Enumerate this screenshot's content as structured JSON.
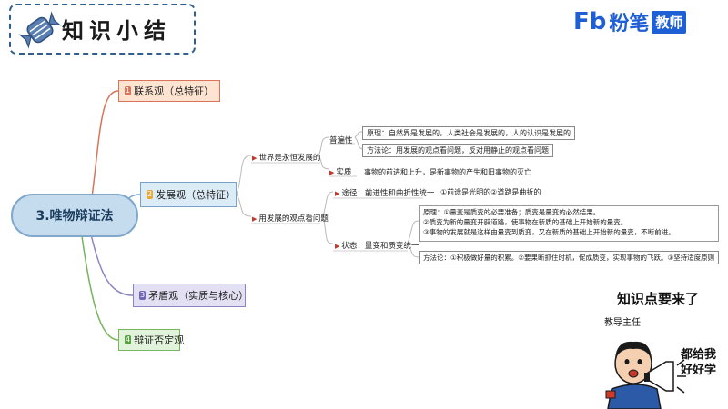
{
  "header": {
    "title": "知识小结",
    "icon": "wrapped-candy-icon"
  },
  "brand": {
    "logo": "Fb",
    "name": "粉笔",
    "badge": "教师"
  },
  "mindmap": {
    "root": "3.唯物辩证法",
    "branches": [
      {
        "tag": "1",
        "label": "联系观（总特征）",
        "color": "#d9735a"
      },
      {
        "tag": "2",
        "label": "发展观（总特征）",
        "color": "#7ba3c9"
      },
      {
        "tag": "3",
        "label": "矛盾观（实质与核心）",
        "color": "#8b84c4"
      },
      {
        "tag": "4",
        "label": "辩证否定观",
        "color": "#76b45e"
      }
    ],
    "development": {
      "world": "世界是永恒发展的",
      "universality": "普遍性",
      "principle": "原理：自然界是发展的，人类社会是发展的，人的认识是发展的",
      "method1": "方法论：用发展的观点看问题，反对用静止的观点看问题",
      "essence": "实质",
      "essence_text": "事物的前进和上升，是新事物的产生和旧事物的灭亡",
      "view": "用发展的观点看问题",
      "path": "途径：前进性和曲折性统一",
      "path_text": "①前途是光明的②道路是曲折的",
      "state": "状态：量变和质变统一",
      "state_principle": "原理：①量变是质变的必要准备；质变是量变的必然结果。",
      "state_p2": "②质变为新的量变开辟道路，使事物在新质的基础上开始新的量变。",
      "state_p3": "③事物的发展就是这样由量变到质变，又在新质的基础上开始新的量变，不断前进。",
      "state_method": "方法论：①积极做好量的积累。②要果断抓住时机，促成质变，实现事物的飞跃。③坚持适度原则"
    }
  },
  "notice": {
    "title": "知识点要来了",
    "role": "教导主任",
    "bubble": "都给我\n好好学"
  }
}
